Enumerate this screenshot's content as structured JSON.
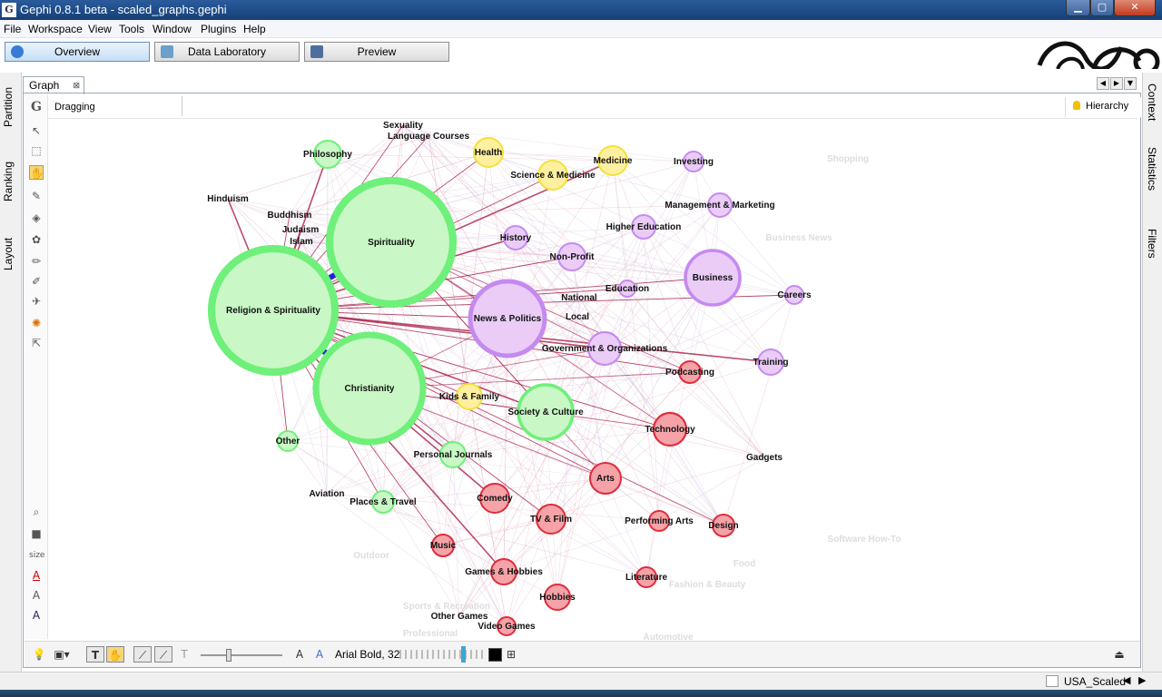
{
  "window": {
    "title": "Gephi 0.8.1 beta - scaled_graphs.gephi",
    "app_icon_glyph": "G",
    "min": "▁",
    "max": "▢",
    "close": "✕"
  },
  "menu": [
    "File",
    "Workspace",
    "View",
    "Tools",
    "Window",
    "Plugins",
    "Help"
  ],
  "perspectives": [
    {
      "label": "Overview",
      "active": true,
      "icon_color": "#3a7bd5"
    },
    {
      "label": "Data Laboratory",
      "active": false,
      "icon_color": "#6aa0cc"
    },
    {
      "label": "Preview",
      "active": false,
      "icon_color": "#4d6fa0"
    }
  ],
  "left_tabs": [
    "Partition",
    "Ranking",
    "Layout"
  ],
  "right_tabs": [
    "Context",
    "Statistics",
    "Filters"
  ],
  "graph_tab": {
    "label": "Graph",
    "close": "⊠"
  },
  "mode": "Dragging",
  "hierarchy_label": "Hierarchy",
  "bottom": {
    "font_label": "Arial Bold, 32",
    "size_label": "size",
    "text_glyph": "T",
    "font_glyph": "A"
  },
  "status": {
    "workspace": "USA_Scaled",
    "prev": "◀",
    "next": "▶"
  },
  "colors": {
    "green_fill": "#c9f7c5",
    "green_stroke": "#6ef07a",
    "purple_fill": "#eaccf7",
    "purple_stroke": "#c58af0",
    "red_fill": "#f5a3a8",
    "red_stroke": "#e02c3b",
    "yellow_fill": "#fff0a0",
    "yellow_stroke": "#f2e23a",
    "edge_main": "#a50f3c",
    "edge_blue": "#2222dd"
  },
  "graph": {
    "nodes": [
      {
        "id": "religion",
        "label": "Religion & Spirituality",
        "group": "green",
        "weight": 68
      },
      {
        "id": "spirituality",
        "label": "Spirituality",
        "group": "green",
        "weight": 68
      },
      {
        "id": "christianity",
        "label": "Christianity",
        "group": "green",
        "weight": 59
      },
      {
        "id": "society",
        "label": "Society & Culture",
        "group": "green",
        "weight": 30
      },
      {
        "id": "philosophy",
        "label": "Philosophy",
        "group": "green",
        "weight": 15
      },
      {
        "id": "personal",
        "label": "Personal Journals",
        "group": "green",
        "weight": 14
      },
      {
        "id": "places",
        "label": "Places & Travel",
        "group": "green",
        "weight": 12
      },
      {
        "id": "other",
        "label": "Other",
        "group": "green",
        "weight": 11
      },
      {
        "id": "hinduism",
        "label": "Hinduism",
        "group": "none",
        "weight": 0
      },
      {
        "id": "buddhism",
        "label": "Buddhism",
        "group": "none",
        "weight": 0
      },
      {
        "id": "judaism",
        "label": "Judaism",
        "group": "none",
        "weight": 0
      },
      {
        "id": "islam",
        "label": "Islam",
        "group": "none",
        "weight": 0
      },
      {
        "id": "sexuality",
        "label": "Sexuality",
        "group": "none",
        "weight": 0
      },
      {
        "id": "language",
        "label": "Language Courses",
        "group": "none",
        "weight": 0
      },
      {
        "id": "aviation",
        "label": "Aviation",
        "group": "none",
        "weight": 0
      },
      {
        "id": "health",
        "label": "Health",
        "group": "yellow",
        "weight": 16
      },
      {
        "id": "science",
        "label": "Science & Medicine",
        "group": "yellow",
        "weight": 16
      },
      {
        "id": "medicine",
        "label": "Medicine",
        "group": "yellow",
        "weight": 16
      },
      {
        "id": "kids",
        "label": "Kids & Family",
        "group": "yellow",
        "weight": 14
      },
      {
        "id": "news",
        "label": "News & Politics",
        "group": "purple",
        "weight": 41
      },
      {
        "id": "business",
        "label": "Business",
        "group": "purple",
        "weight": 30
      },
      {
        "id": "government",
        "label": "Government & Organizations",
        "group": "purple",
        "weight": 18
      },
      {
        "id": "nonprofit",
        "label": "Non-Profit",
        "group": "purple",
        "weight": 15
      },
      {
        "id": "training",
        "label": "Training",
        "group": "purple",
        "weight": 14
      },
      {
        "id": "history",
        "label": "History",
        "group": "purple",
        "weight": 13
      },
      {
        "id": "higher",
        "label": "Higher Education",
        "group": "purple",
        "weight": 13
      },
      {
        "id": "management",
        "label": "Management & Marketing",
        "group": "purple",
        "weight": 13
      },
      {
        "id": "investing",
        "label": "Investing",
        "group": "purple",
        "weight": 11
      },
      {
        "id": "careers",
        "label": "Careers",
        "group": "purple",
        "weight": 10
      },
      {
        "id": "education",
        "label": "Education",
        "group": "purple",
        "weight": 9
      },
      {
        "id": "national",
        "label": "National",
        "group": "none",
        "weight": 0
      },
      {
        "id": "local",
        "label": "Local",
        "group": "none",
        "weight": 0
      },
      {
        "id": "technology",
        "label": "Technology",
        "group": "red",
        "weight": 18
      },
      {
        "id": "arts",
        "label": "Arts",
        "group": "red",
        "weight": 17
      },
      {
        "id": "tvfilm",
        "label": "TV & Film",
        "group": "red",
        "weight": 16
      },
      {
        "id": "comedy",
        "label": "Comedy",
        "group": "red",
        "weight": 16
      },
      {
        "id": "games",
        "label": "Games & Hobbies",
        "group": "red",
        "weight": 14
      },
      {
        "id": "hobbies",
        "label": "Hobbies",
        "group": "red",
        "weight": 14
      },
      {
        "id": "podcasting",
        "label": "Podcasting",
        "group": "red",
        "weight": 12
      },
      {
        "id": "music",
        "label": "Music",
        "group": "red",
        "weight": 12
      },
      {
        "id": "design",
        "label": "Design",
        "group": "red",
        "weight": 12
      },
      {
        "id": "performing",
        "label": "Performing Arts",
        "group": "red",
        "weight": 11
      },
      {
        "id": "literature",
        "label": "Literature",
        "group": "red",
        "weight": 11
      },
      {
        "id": "videogames",
        "label": "Video Games",
        "group": "red",
        "weight": 10
      },
      {
        "id": "gadgets",
        "label": "Gadgets",
        "group": "none",
        "weight": 0
      },
      {
        "id": "othergames",
        "label": "Other Games",
        "group": "none",
        "weight": 0
      }
    ],
    "ghost_labels": [
      "Shopping",
      "Business News",
      "Software How-To",
      "Food",
      "Fashion & Beauty",
      "Outdoor",
      "Sports & Recreation",
      "Professional",
      "Automotive"
    ]
  }
}
